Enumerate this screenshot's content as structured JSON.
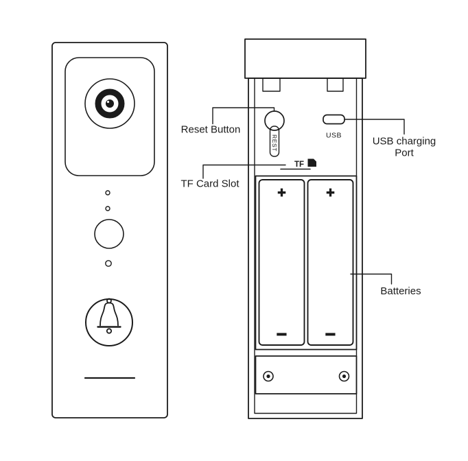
{
  "diagram": {
    "labels": {
      "reset_button": "Reset Button",
      "tf_card_slot": "TF Card Slot",
      "usb_charging_line1": "USB charging",
      "usb_charging_line2": "Port",
      "batteries": "Batteries"
    },
    "markings": {
      "rest": "REST",
      "usb": "USB",
      "tf": "TF",
      "battery_plus": "+",
      "battery_minus": "−"
    },
    "colors": {
      "line": "#1b1b1b",
      "background": "#ffffff"
    }
  }
}
